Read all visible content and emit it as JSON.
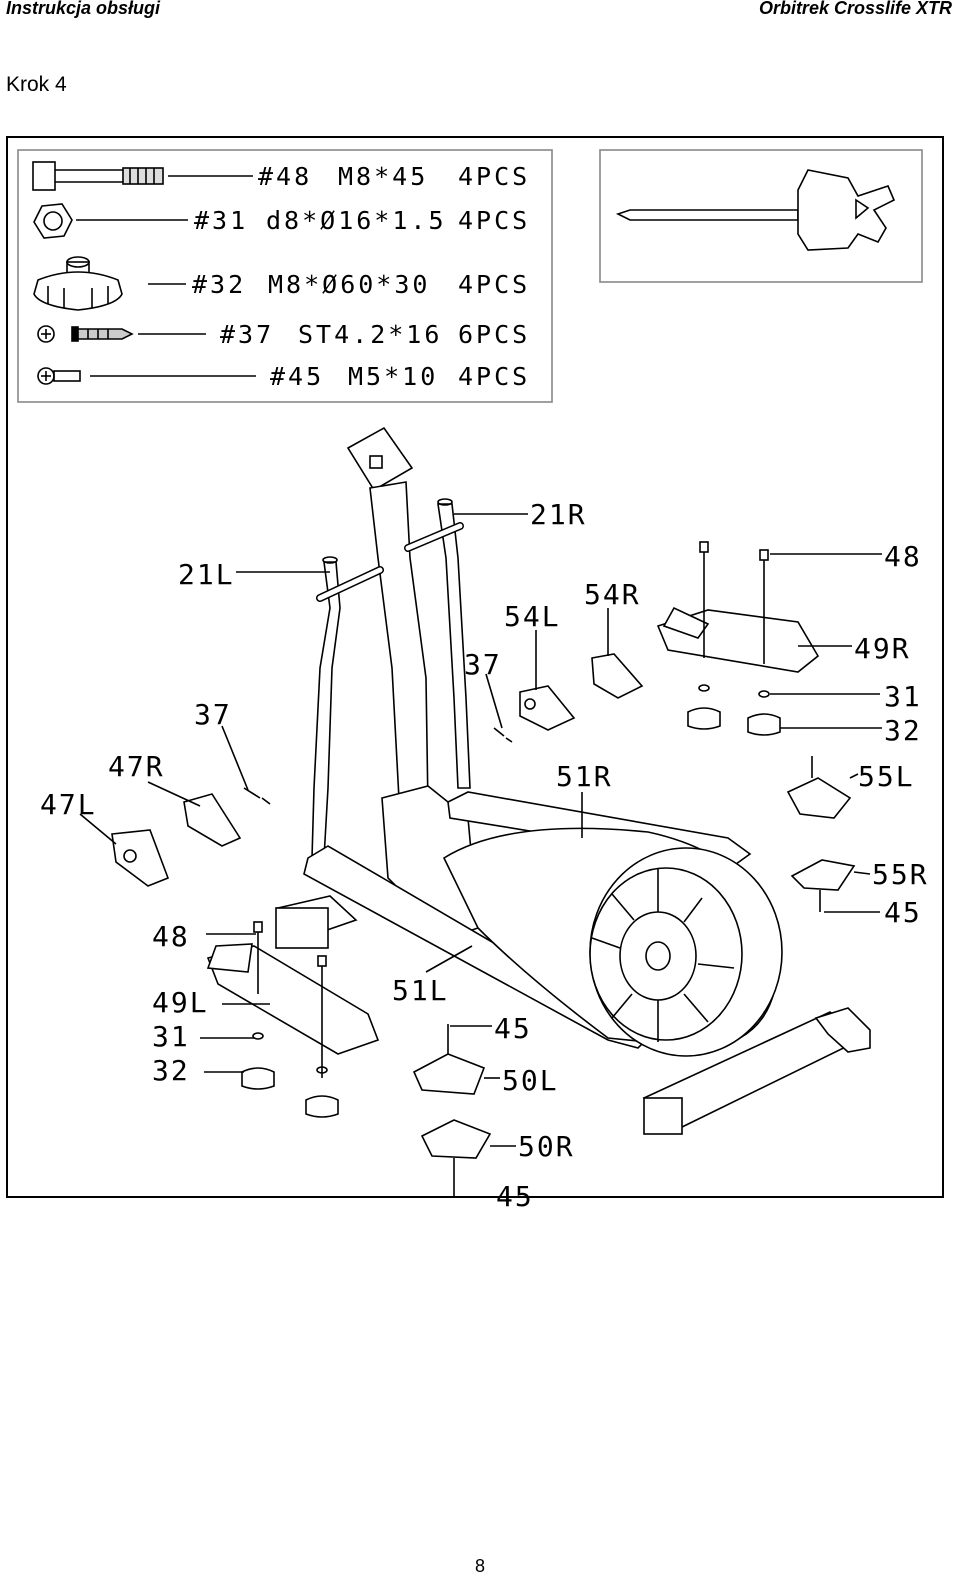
{
  "header": {
    "left": "Instrukcja obsługi",
    "right": "Orbitrek Crosslife XTR"
  },
  "step_title": "Krok 4",
  "hardware": [
    {
      "id": "#48",
      "spec": "M8*45",
      "qty": "4PCS",
      "icon": "bolt-icon"
    },
    {
      "id": "#31",
      "spec": "d8*Ø16*1.5",
      "qty": "4PCS",
      "icon": "washer-icon"
    },
    {
      "id": "#32",
      "spec": "M8*Ø60*30",
      "qty": "4PCS",
      "icon": "knob-icon"
    },
    {
      "id": "#37",
      "spec": "ST4.2*16",
      "qty": "6PCS",
      "icon": "screw-icon"
    },
    {
      "id": "#45",
      "spec": "M5*10",
      "qty": "4PCS",
      "icon": "small-screw-icon"
    }
  ],
  "tool_icon": "screwdriver-wrench-icon",
  "labels": {
    "l21r": "21R",
    "l21l": "21L",
    "l48a": "48",
    "l54r": "54R",
    "l54l": "54L",
    "l49r": "49R",
    "l37a": "37",
    "l31a": "31",
    "l32a": "32",
    "l37b": "37",
    "l47r": "47R",
    "l51r": "51R",
    "l55l": "55L",
    "l47l": "47L",
    "l55r": "55R",
    "l45a": "45",
    "l48b": "48",
    "l51l": "51L",
    "l49l": "49L",
    "l45b": "45",
    "l31b": "31",
    "l50l": "50L",
    "l32b": "32",
    "l50r": "50R",
    "l45c": "45"
  },
  "page_number": "8"
}
